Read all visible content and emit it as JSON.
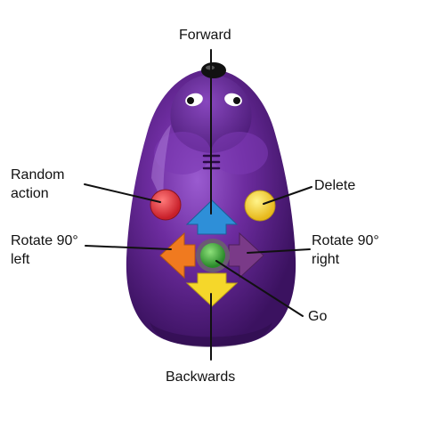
{
  "diagram": {
    "labels": {
      "forward": "Forward",
      "random_action_line1": "Random",
      "random_action_line2": "action",
      "delete": "Delete",
      "rotate_left_line1": "Rotate 90°",
      "rotate_left_line2": "left",
      "rotate_right_line1": "Rotate 90°",
      "rotate_right_line2": "right",
      "go": "Go",
      "backwards": "Backwards"
    },
    "colors": {
      "body": "#6a2a9a",
      "body_dark": "#3e1463",
      "random_button": "#e0303a",
      "delete_button": "#f3d23a",
      "forward_arrow": "#2e8fd8",
      "left_arrow": "#f07a1f",
      "right_arrow": "#7a3a88",
      "go_button": "#3aa83a",
      "back_arrow": "#f5d72a",
      "leader_line": "#111111"
    },
    "icons": [
      "mouse-robot-body",
      "eye-icon",
      "nose-sensor-icon",
      "arrow-up-icon",
      "arrow-left-icon",
      "arrow-right-icon",
      "arrow-down-icon",
      "go-button-icon"
    ]
  }
}
